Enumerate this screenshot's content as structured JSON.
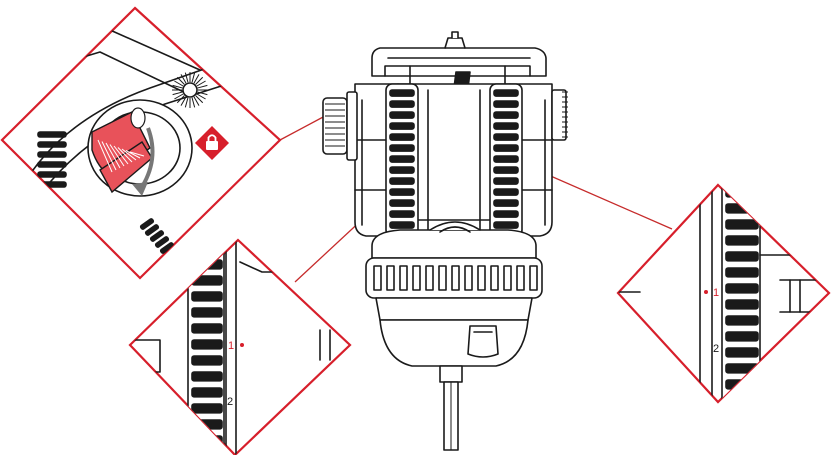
{
  "colors": {
    "accent": "#d71f2b",
    "ink": "#1a1a1a",
    "background": "#ffffff"
  },
  "callouts": {
    "lock": {
      "icon": "padlock-icon"
    },
    "left_scale": {
      "marks": [
        "1",
        "2"
      ]
    },
    "right_scale": {
      "marks": [
        "1",
        "2"
      ]
    }
  }
}
